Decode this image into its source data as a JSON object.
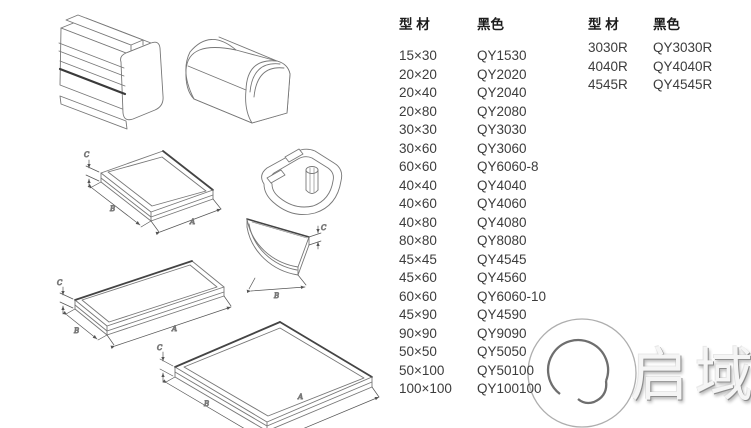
{
  "page": {
    "background_color": "#ffffff",
    "text_color": "#3c3c3c"
  },
  "tables": {
    "main": {
      "headers": [
        "型 材",
        "黑色"
      ],
      "rows": [
        [
          "15×30",
          "QY1530"
        ],
        [
          "20×20",
          "QY2020"
        ],
        [
          "20×40",
          "QY2040"
        ],
        [
          "20×80",
          "QY2080"
        ],
        [
          "30×30",
          "QY3030"
        ],
        [
          "30×60",
          "QY3060"
        ],
        [
          "60×60",
          "QY6060-8"
        ],
        [
          "40×40",
          "QY4040"
        ],
        [
          "40×60",
          "QY4060"
        ],
        [
          "40×80",
          "QY4080"
        ],
        [
          "80×80",
          "QY8080"
        ],
        [
          "45×45",
          "QY4545"
        ],
        [
          "45×60",
          "QY4560"
        ],
        [
          "60×60",
          "QY6060-10"
        ],
        [
          "45×90",
          "QY4590"
        ],
        [
          "90×90",
          "QY9090"
        ],
        [
          "50×50",
          "QY5050"
        ],
        [
          "50×100",
          "QY50100"
        ],
        [
          "100×100",
          "QY100100"
        ]
      ]
    },
    "radius": {
      "headers": [
        "型 材",
        "黑色"
      ],
      "rows": [
        [
          "3030R",
          "QY3030R"
        ],
        [
          "4040R",
          "QY4040R"
        ],
        [
          "4545R",
          "QY4545R"
        ]
      ]
    }
  },
  "drawings": {
    "dim_labels": {
      "width": "A",
      "depth": "B",
      "thickness": "C"
    },
    "items": [
      {
        "name": "grooved-rectangular-end-cap"
      },
      {
        "name": "rounded-corner-end-cap"
      },
      {
        "name": "square-flat-end-cap"
      },
      {
        "name": "corner-bracket-cap-with-pin"
      },
      {
        "name": "quarter-round-end-cap"
      },
      {
        "name": "rectangular-flat-end-cap"
      },
      {
        "name": "large-square-flat-end-cap"
      }
    ]
  },
  "logo": {
    "text": "启域"
  }
}
